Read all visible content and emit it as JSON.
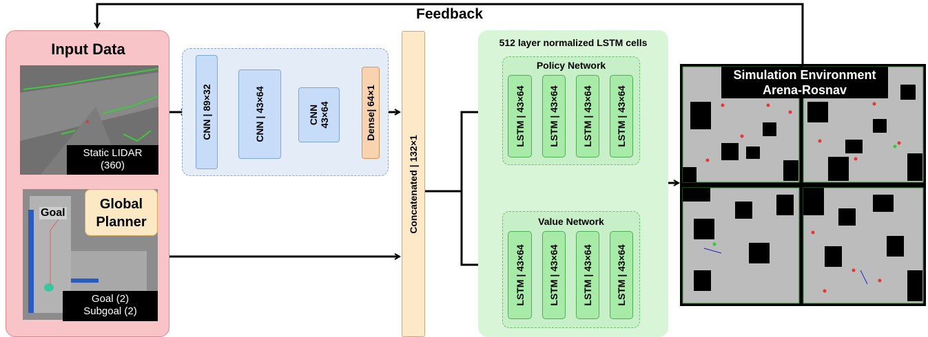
{
  "feedback_label": "Feedback",
  "input_panel": {
    "title": "Input Data",
    "lidar_caption_line1": "Static LIDAR",
    "lidar_caption_line2": "(360)",
    "goal_label": "Goal",
    "planner_line1": "Global",
    "planner_line2": "Planner",
    "goal_caption_line1": "Goal (2)",
    "goal_caption_line2": "Subgoal (2)"
  },
  "cnn": {
    "layer1": "CNN | 89×32",
    "layer2": "CNN | 43×64",
    "layer3_line1": "CNN",
    "layer3_line2": "43×64",
    "dense": "Dense| 64×1"
  },
  "concat_label": "Concatenated | 132×1",
  "lstm": {
    "title": "512 layer normalized LSTM cells",
    "policy": {
      "title": "Policy Network",
      "cells": [
        "LSTM | 43×64",
        "LSTM | 43×64",
        "LSTM | 43×64",
        "LSTM | 43×64"
      ]
    },
    "value": {
      "title": "Value Network",
      "cells": [
        "LSTM | 43×64",
        "LSTM | 43×64",
        "LSTM | 43×64",
        "LSTM | 43×64"
      ]
    }
  },
  "simulation": {
    "title_line1": "Simulation Environment",
    "title_line2": "Arena-Rosnav"
  },
  "colors": {
    "input_panel": "#f8c4c8",
    "cnn_group": "#e4ecf7",
    "cnn_box": "#c6dcf8",
    "dense_box": "#f9d3b0",
    "concat_bar": "#fde8c8",
    "lstm_panel": "#d8f5d8",
    "lstm_cell": "#a8eaa8",
    "planner_box": "#fde8c4"
  }
}
